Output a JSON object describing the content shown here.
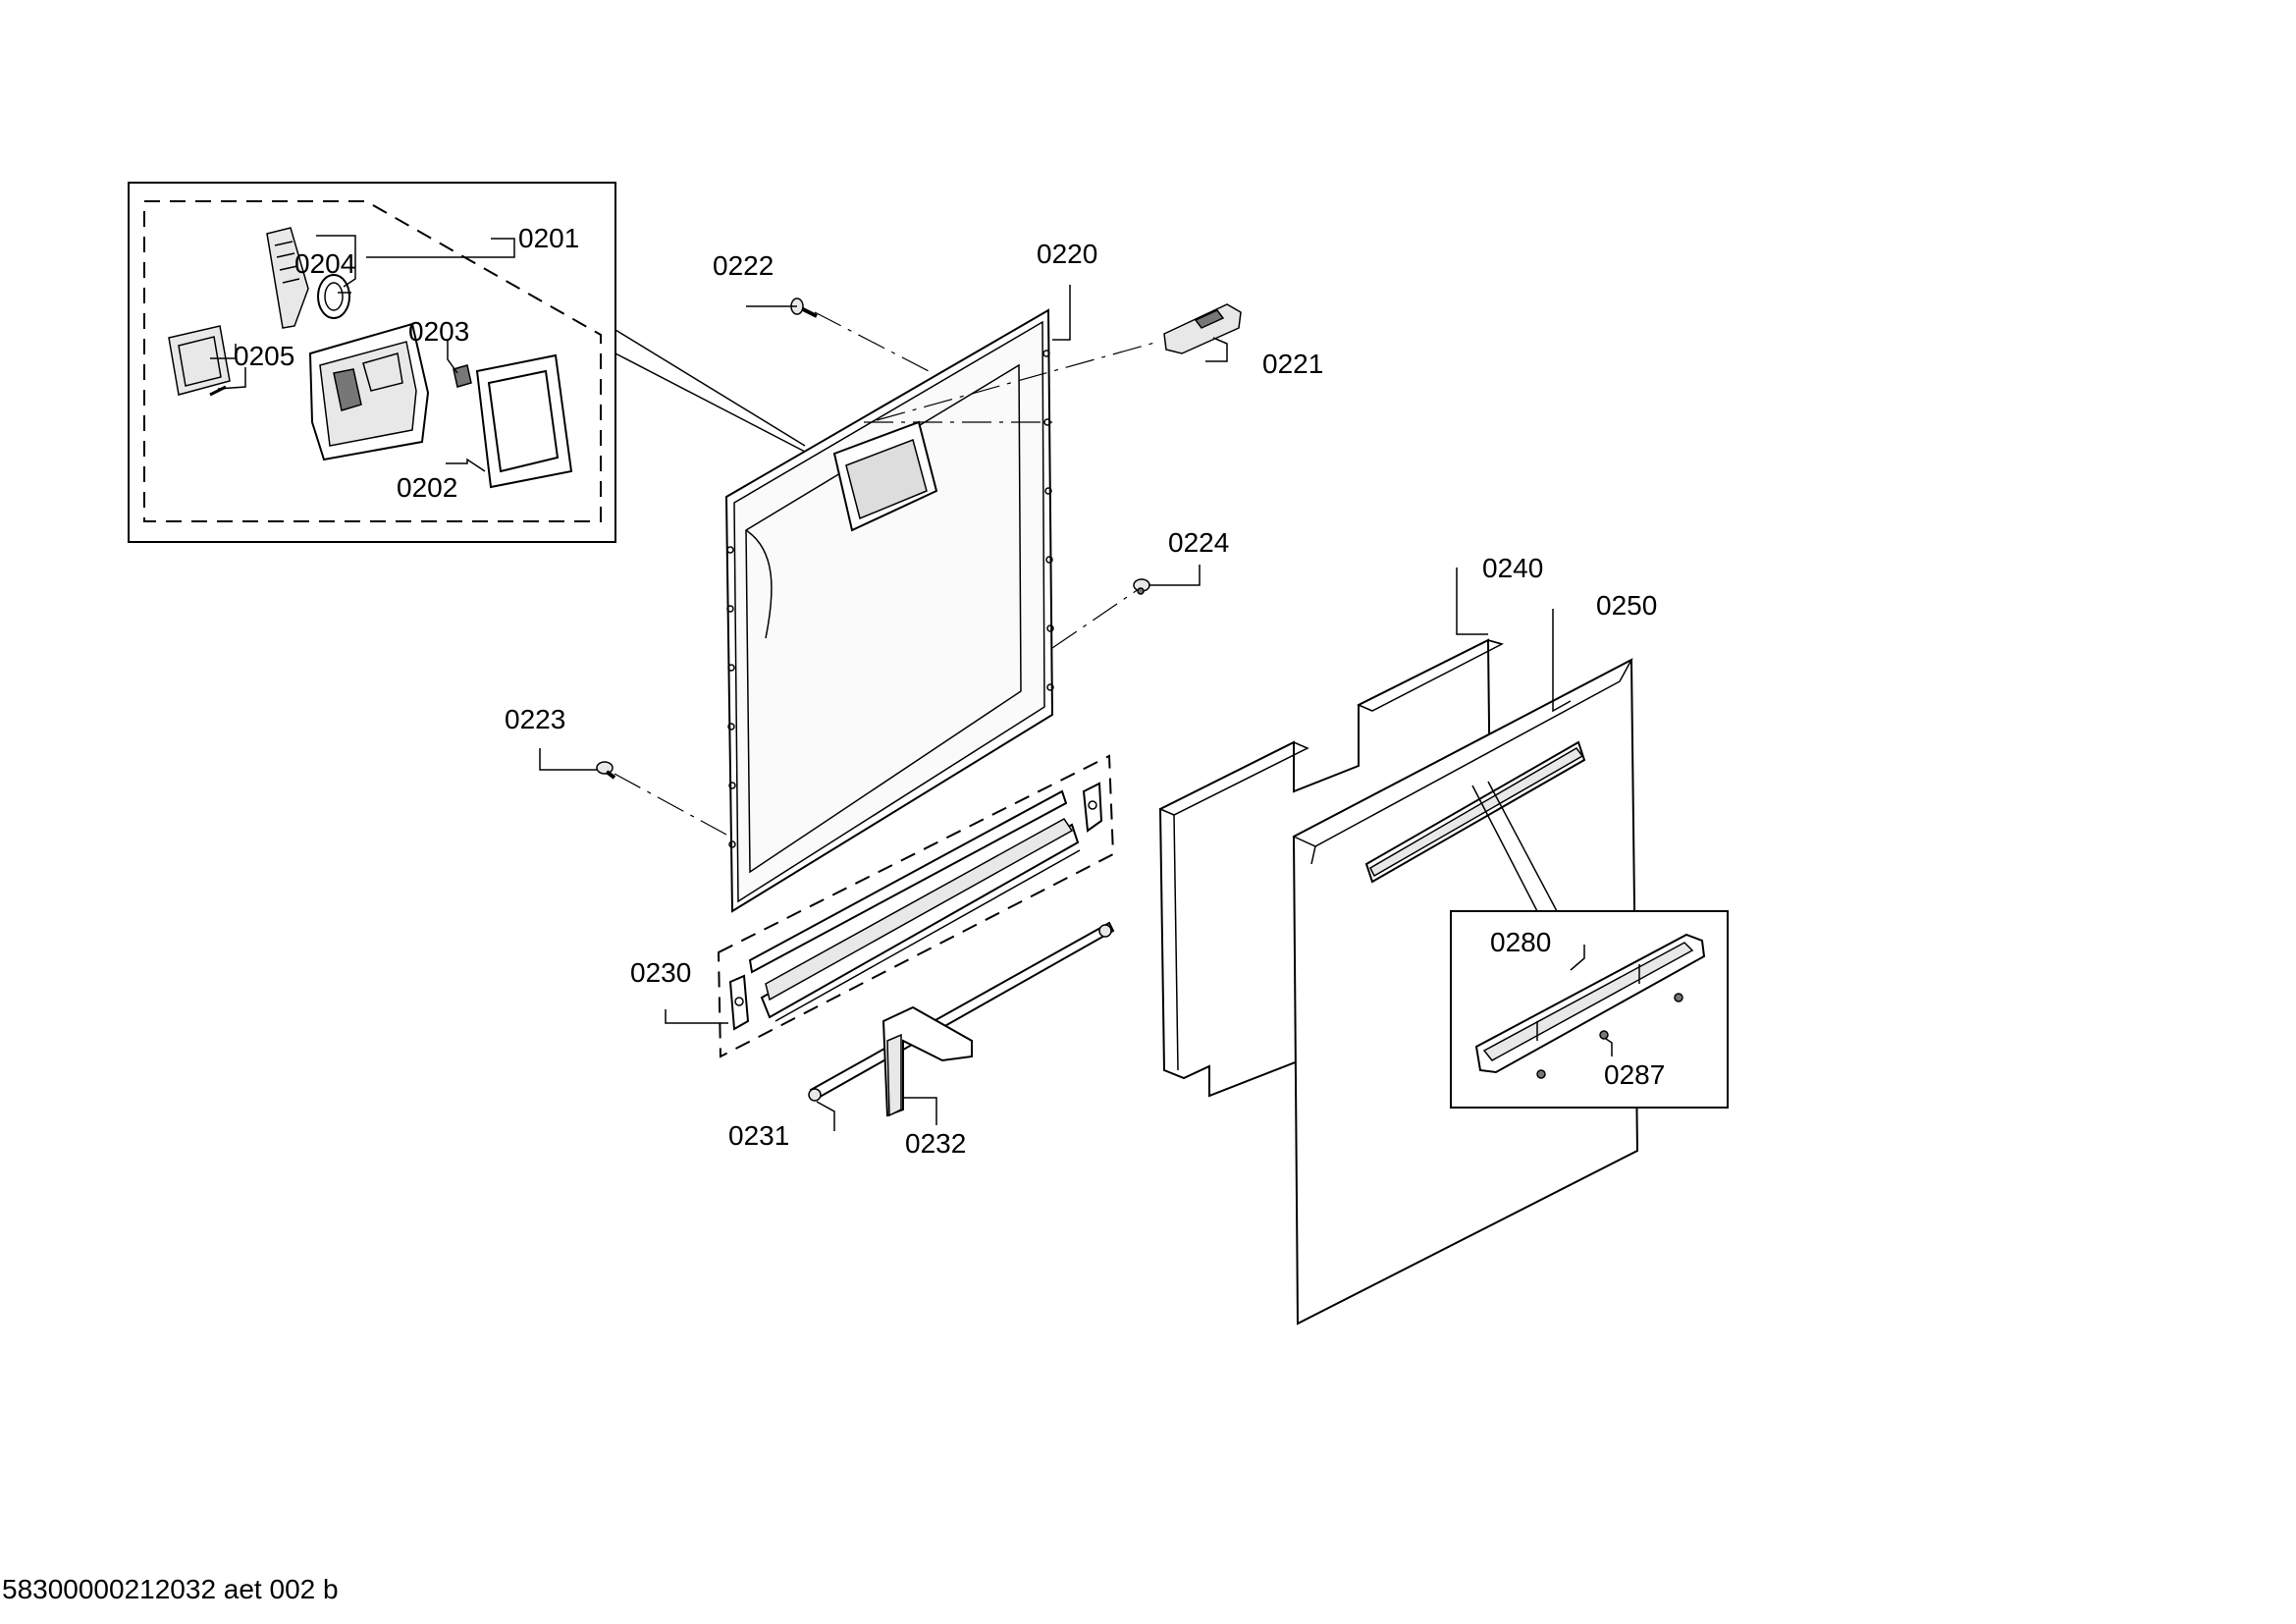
{
  "footer": {
    "doc_id": "58300000212032 aet 002 b"
  },
  "parts": {
    "p0201": "0201",
    "p0202": "0202",
    "p0203": "0203",
    "p0204": "0204",
    "p0205": "0205",
    "p0220": "0220",
    "p0221": "0221",
    "p0222": "0222",
    "p0223": "0223",
    "p0224": "0224",
    "p0230": "0230",
    "p0231": "0231",
    "p0232": "0232",
    "p0240": "0240",
    "p0250": "0250",
    "p0280": "0280",
    "p0287": "0287"
  }
}
